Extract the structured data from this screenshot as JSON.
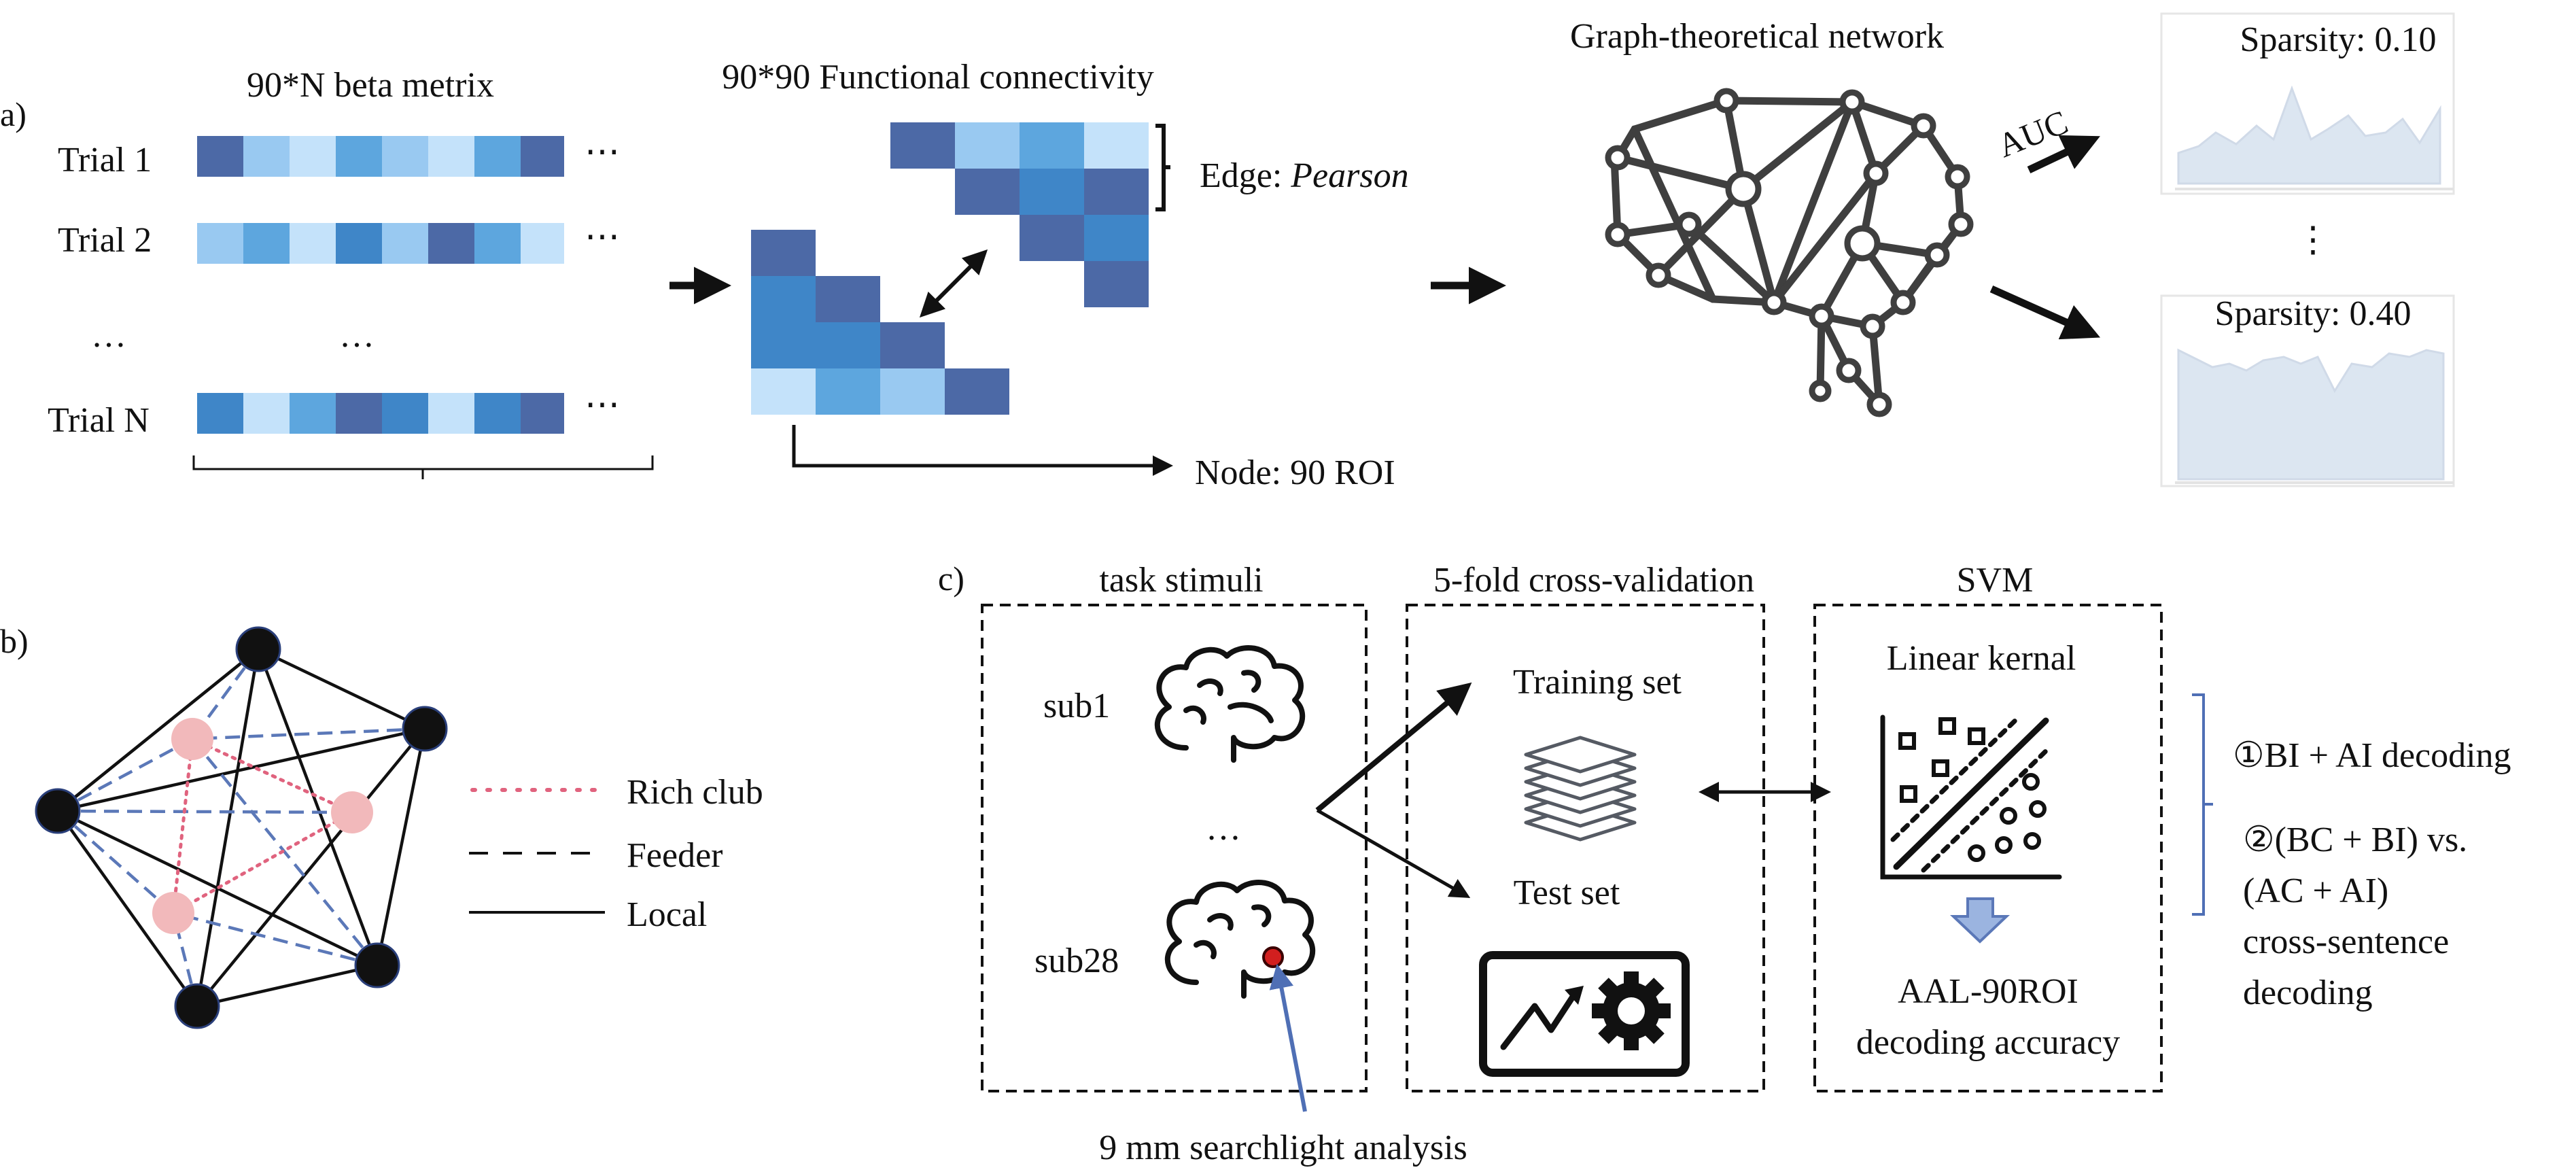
{
  "panel_a": {
    "label": "a)",
    "beta_title": "90*N beta metrix",
    "trials": [
      "Trial 1",
      "Trial 2",
      "Trial N"
    ],
    "ellipsis": "…",
    "dots": "⋯",
    "fc_title": "90*90 Functional connectivity",
    "edge_label": "Edge: ",
    "edge_method": "Pearson",
    "node_label": "Node: 90 ROI",
    "graph_title": "Graph-theoretical network",
    "auc_label": "AUC",
    "sparsity_top": "Sparsity: 0.10",
    "sparsity_bottom": "Sparsity: 0.40",
    "vdots": "⋮",
    "colors": {
      "c1": "#4c69a6",
      "c2": "#3f86c8",
      "c3": "#5da6de",
      "c4": "#99c9f1",
      "c5": "#c4e2fa",
      "area": "#dce6f1"
    }
  },
  "panel_b": {
    "label": "b)",
    "legend": [
      "Rich club",
      "Feeder",
      "Local"
    ],
    "colors": {
      "rich": "#e0637e",
      "feeder": "#5b78b8",
      "local": "#111111",
      "rich_node": "#f2b9bb",
      "node": "#111111"
    }
  },
  "panel_c": {
    "label": "c)",
    "stimuli_title": "task stimuli",
    "sub_first": "sub1",
    "sub_dots": "…",
    "sub_last": "sub28",
    "searchlight": "9 mm searchlight analysis",
    "cv_title": "5-fold cross-validation",
    "training": "Training set",
    "test": "Test set",
    "svm_title": "SVM",
    "kernel": "Linear kernal",
    "accuracy_line1": "AAL-90ROI",
    "accuracy_line2": "decoding accuracy",
    "decoding_1": "①BI + AI decoding",
    "decoding_2_line1": "②(BC + BI) vs.",
    "decoding_2_line2": "(AC + AI)",
    "decoding_2_line3": "cross-sentence",
    "decoding_2_line4": "decoding",
    "colors": {
      "arrow_blue": "#4f6fb5",
      "down_arrow": "#9bb4e0",
      "spot": "#d21f1f"
    }
  }
}
